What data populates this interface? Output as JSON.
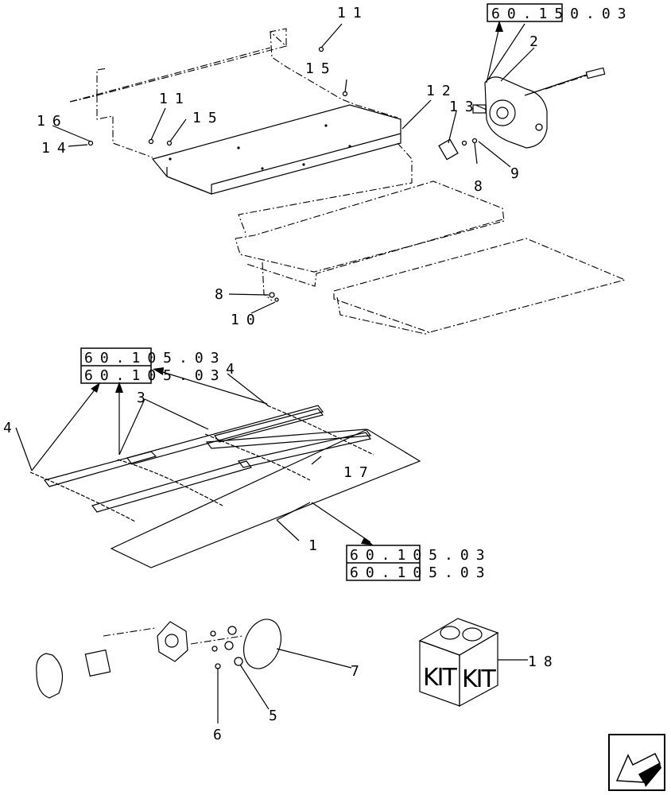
{
  "callouts": {
    "c1": "1",
    "c2": "2",
    "c3": "3",
    "c4a": "4",
    "c4b": "4",
    "c5": "5",
    "c6": "6",
    "c7": "7",
    "c8a": "8",
    "c8b": "8",
    "c9": "9",
    "c10": "10",
    "c11a": "11",
    "c11b": "11",
    "c12": "12",
    "c13": "13",
    "c14": "14",
    "c15a": "15",
    "c15b": "15",
    "c16": "16",
    "c17": "17",
    "c18": "18"
  },
  "references": {
    "ref_top": "60.150.03",
    "ref_mid_1": "60.105.03",
    "ref_mid_2": "60.105.03",
    "ref_low_1": "60.105.03",
    "ref_low_2": "60.105.03"
  },
  "kit": {
    "label_left": "KIT",
    "label_right": "KIT"
  },
  "navigation": {
    "back_icon": "arrow-back-icon"
  }
}
